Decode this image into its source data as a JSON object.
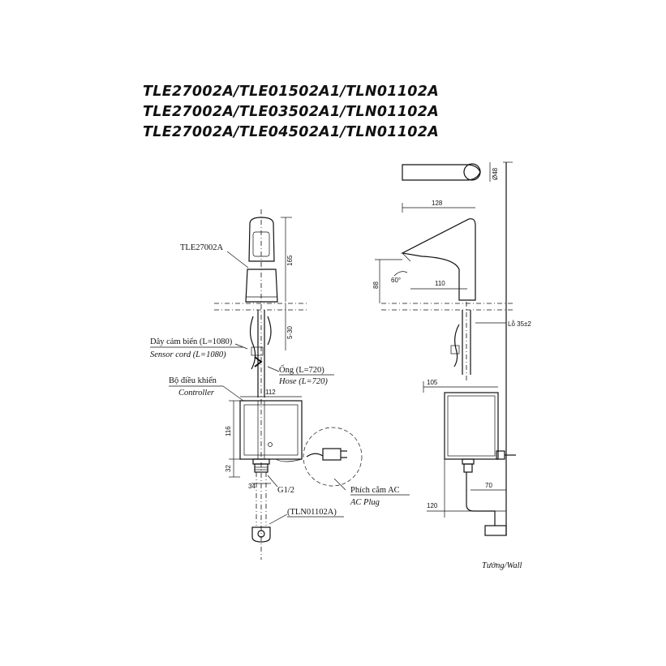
{
  "title_lines": [
    "TLE27002A/TLE01502A1/TLN01102A",
    "TLE27002A/TLE03502A1/TLN01102A",
    "TLE27002A/TLE04502A1/TLN01102A"
  ],
  "labels": {
    "faucet_model": "TLE27002A",
    "sensor_cord_vi": "Dây cảm biến (L=1080)",
    "sensor_cord_en": "Sensor cord (L=1080)",
    "hose_vi": "Ống (L=720)",
    "hose_en": "Hose (L=720)",
    "controller_vi": "Bộ điều khiển",
    "controller_en": "Controller",
    "ac_plug_vi": "Phích cắm AC",
    "ac_plug_en": "AC Plug",
    "thread": "G1/2",
    "trap_model": "(TLN01102A)",
    "wall": "Tường/Wall",
    "hole": "Lỗ 35±2"
  },
  "dimensions": {
    "faucet_height": "165",
    "deck_range": "5-30",
    "controller_width": "112",
    "controller_height": "116",
    "bottom_offset": "32",
    "outlet_offset": "34",
    "top_diameter": "Ø48",
    "spout_reach_top": "128",
    "spout_height": "88",
    "spout_reach": "110",
    "angle": "60°",
    "side_controller_width": "105",
    "wall_offset": "70",
    "floor_offset": "120"
  }
}
